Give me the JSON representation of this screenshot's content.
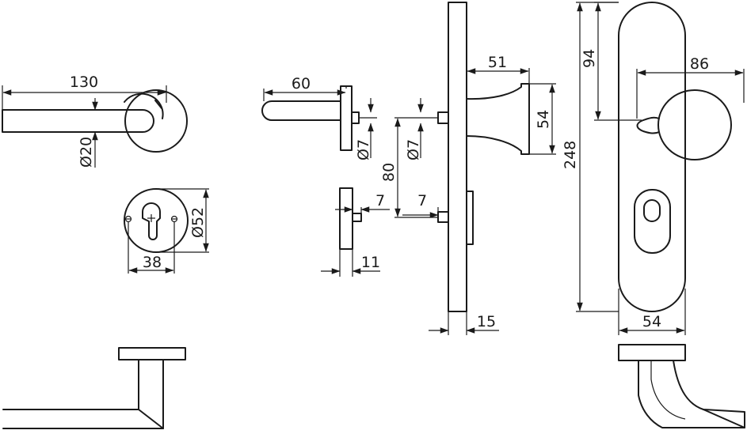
{
  "drawing": {
    "lever_length": "130",
    "lever_diameter": "Ø20",
    "rose_diameter": "Ø52",
    "rose_hole_spacing": "38",
    "lever_side_length": "60",
    "pin_diameter_left": "Ø7",
    "pin_diameter_right": "Ø7",
    "distance_80": "80",
    "offset_left": "7",
    "offset_right": "7",
    "rose_thickness": "11",
    "plate_thickness": "15",
    "knob_projection": "51",
    "knob_diameter": "54",
    "knob_height": "94",
    "knob_depth": "86",
    "plate_length": "248",
    "plate_width": "54"
  }
}
